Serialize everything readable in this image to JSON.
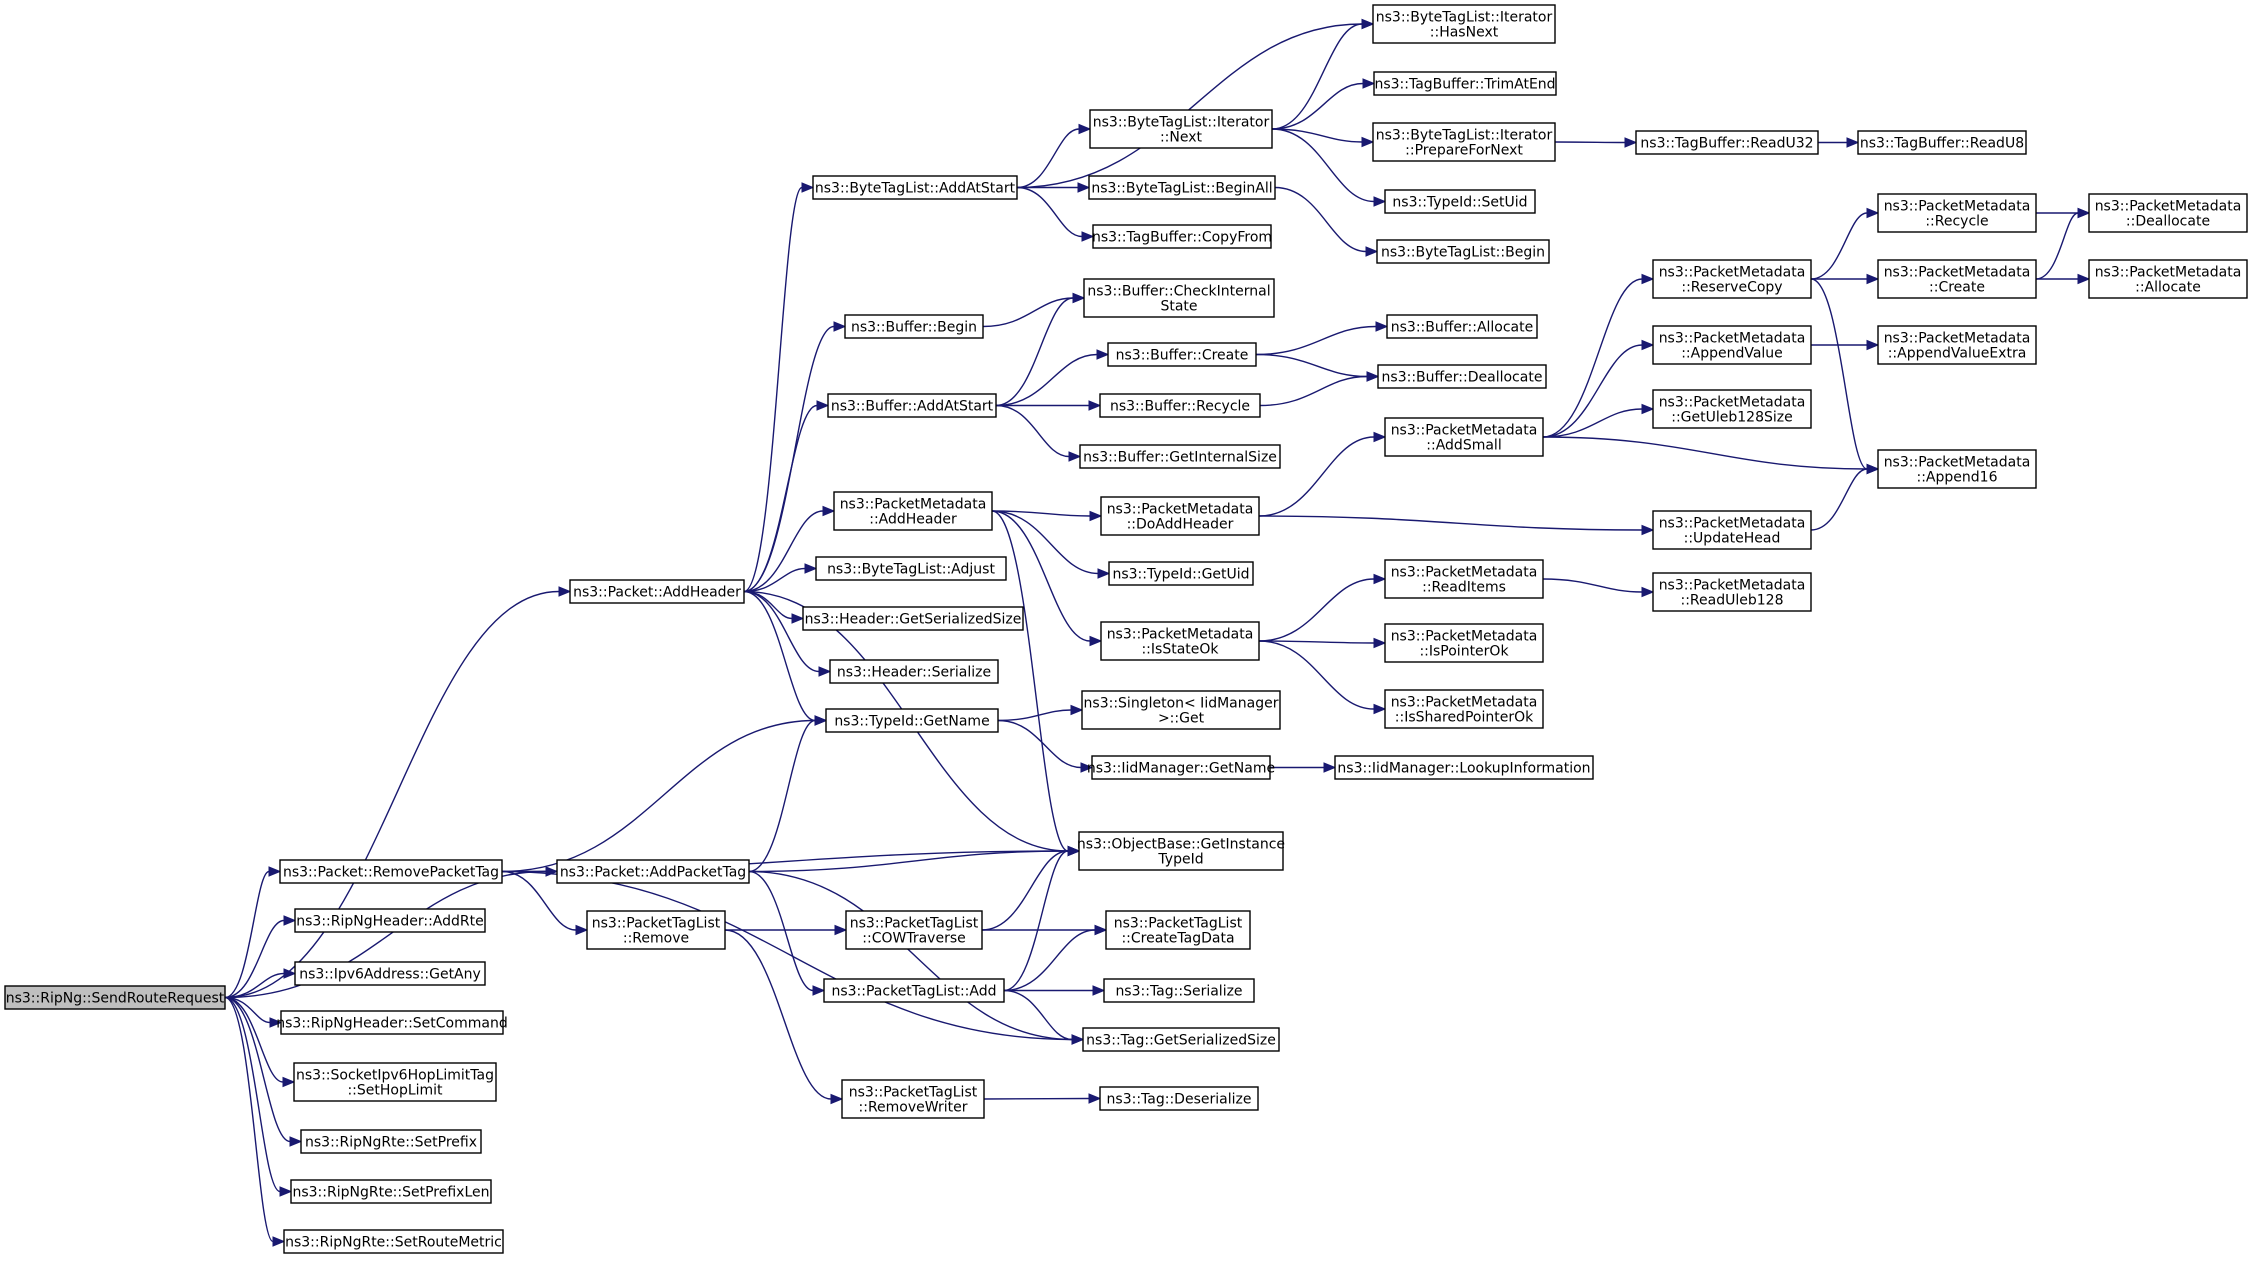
{
  "diagram": {
    "kind": "call-graph",
    "edge_color": "#191970",
    "root_fill": "#bfbfbf",
    "nodes": [
      {
        "id": "send_route_request",
        "lines": [
          "ns3::RipNg::SendRouteRequest"
        ],
        "root": true
      },
      {
        "id": "packet_addheader",
        "lines": [
          "ns3::Packet::AddHeader"
        ]
      },
      {
        "id": "packet_removepackettag",
        "lines": [
          "ns3::Packet::RemovePacketTag"
        ]
      },
      {
        "id": "ripngheader_addrte",
        "lines": [
          "ns3::RipNgHeader::AddRte"
        ]
      },
      {
        "id": "ipv6address_getany",
        "lines": [
          "ns3::Ipv6Address::GetAny"
        ]
      },
      {
        "id": "ripngheader_setcommand",
        "lines": [
          "ns3::RipNgHeader::SetCommand"
        ]
      },
      {
        "id": "socketipv6hoplimittag_sethoplimit",
        "lines": [
          "ns3::SocketIpv6HopLimitTag",
          "::SetHopLimit"
        ]
      },
      {
        "id": "ripngrte_setprefix",
        "lines": [
          "ns3::RipNgRte::SetPrefix"
        ]
      },
      {
        "id": "ripngrte_setprefixlen",
        "lines": [
          "ns3::RipNgRte::SetPrefixLen"
        ]
      },
      {
        "id": "ripngrte_setroutemetric",
        "lines": [
          "ns3::RipNgRte::SetRouteMetric"
        ]
      },
      {
        "id": "packet_addpackettag",
        "lines": [
          "ns3::Packet::AddPacketTag"
        ]
      },
      {
        "id": "packettaglist_remove",
        "lines": [
          "ns3::PacketTagList",
          "::Remove"
        ]
      },
      {
        "id": "bytetaglist_addatstart",
        "lines": [
          "ns3::ByteTagList::AddAtStart"
        ]
      },
      {
        "id": "buffer_begin",
        "lines": [
          "ns3::Buffer::Begin"
        ]
      },
      {
        "id": "buffer_addatstart",
        "lines": [
          "ns3::Buffer::AddAtStart"
        ]
      },
      {
        "id": "packetmetadata_addheader",
        "lines": [
          "ns3::PacketMetadata",
          "::AddHeader"
        ]
      },
      {
        "id": "bytetaglist_adjust",
        "lines": [
          "ns3::ByteTagList::Adjust"
        ]
      },
      {
        "id": "header_getserializedsize",
        "lines": [
          "ns3::Header::GetSerializedSize"
        ]
      },
      {
        "id": "header_serialize",
        "lines": [
          "ns3::Header::Serialize"
        ]
      },
      {
        "id": "typeid_getname",
        "lines": [
          "ns3::TypeId::GetName"
        ]
      },
      {
        "id": "packettaglist_cowtraverse",
        "lines": [
          "ns3::PacketTagList",
          "::COWTraverse"
        ]
      },
      {
        "id": "packettaglist_add",
        "lines": [
          "ns3::PacketTagList::Add"
        ]
      },
      {
        "id": "packettaglist_removewriter",
        "lines": [
          "ns3::PacketTagList",
          "::RemoveWriter"
        ]
      },
      {
        "id": "bytetaglist_iterator_next",
        "lines": [
          "ns3::ByteTagList::Iterator",
          "::Next"
        ]
      },
      {
        "id": "bytetaglist_beginall",
        "lines": [
          "ns3::ByteTagList::BeginAll"
        ]
      },
      {
        "id": "tagbuffer_copyfrom",
        "lines": [
          "ns3::TagBuffer::CopyFrom"
        ]
      },
      {
        "id": "buffer_checkinternalstate",
        "lines": [
          "ns3::Buffer::CheckInternal",
          "State"
        ]
      },
      {
        "id": "buffer_create",
        "lines": [
          "ns3::Buffer::Create"
        ]
      },
      {
        "id": "buffer_recycle",
        "lines": [
          "ns3::Buffer::Recycle"
        ]
      },
      {
        "id": "buffer_getinternalsize",
        "lines": [
          "ns3::Buffer::GetInternalSize"
        ]
      },
      {
        "id": "packetmetadata_doaddheader",
        "lines": [
          "ns3::PacketMetadata",
          "::DoAddHeader"
        ]
      },
      {
        "id": "typeid_getuid",
        "lines": [
          "ns3::TypeId::GetUid"
        ]
      },
      {
        "id": "packetmetadata_isstateok",
        "lines": [
          "ns3::PacketMetadata",
          "::IsStateOk"
        ]
      },
      {
        "id": "singleton_iidmanager_get",
        "lines": [
          "ns3::Singleton< IidManager",
          ">::Get"
        ]
      },
      {
        "id": "iidmanager_getname",
        "lines": [
          "ns3::IidManager::GetName"
        ]
      },
      {
        "id": "objectbase_getinstancetypeid",
        "lines": [
          "ns3::ObjectBase::GetInstance",
          "TypeId"
        ]
      },
      {
        "id": "packettaglist_createtagdata",
        "lines": [
          "ns3::PacketTagList",
          "::CreateTagData"
        ]
      },
      {
        "id": "tag_serialize",
        "lines": [
          "ns3::Tag::Serialize"
        ]
      },
      {
        "id": "tag_getserializedsize",
        "lines": [
          "ns3::Tag::GetSerializedSize"
        ]
      },
      {
        "id": "tag_deserialize",
        "lines": [
          "ns3::Tag::Deserialize"
        ]
      },
      {
        "id": "bytetaglist_iterator_hasnext",
        "lines": [
          "ns3::ByteTagList::Iterator",
          "::HasNext"
        ]
      },
      {
        "id": "tagbuffer_trimatend",
        "lines": [
          "ns3::TagBuffer::TrimAtEnd"
        ]
      },
      {
        "id": "bytetaglist_iterator_prepareforext",
        "lines": [
          "ns3::ByteTagList::Iterator",
          "::PrepareForNext"
        ]
      },
      {
        "id": "typeid_setuid",
        "lines": [
          "ns3::TypeId::SetUid"
        ]
      },
      {
        "id": "bytetaglist_begin",
        "lines": [
          "ns3::ByteTagList::Begin"
        ]
      },
      {
        "id": "buffer_allocate",
        "lines": [
          "ns3::Buffer::Allocate"
        ]
      },
      {
        "id": "buffer_deallocate",
        "lines": [
          "ns3::Buffer::Deallocate"
        ]
      },
      {
        "id": "packetmetadata_addsmall",
        "lines": [
          "ns3::PacketMetadata",
          "::AddSmall"
        ]
      },
      {
        "id": "packetmetadata_readitems",
        "lines": [
          "ns3::PacketMetadata",
          "::ReadItems"
        ]
      },
      {
        "id": "packetmetadata_ispointerok",
        "lines": [
          "ns3::PacketMetadata",
          "::IsPointerOk"
        ]
      },
      {
        "id": "packetmetadata_issharedpointerok",
        "lines": [
          "ns3::PacketMetadata",
          "::IsSharedPointerOk"
        ]
      },
      {
        "id": "iidmanager_lookupinformation",
        "lines": [
          "ns3::IidManager::LookupInformation"
        ]
      },
      {
        "id": "tagbuffer_readu32",
        "lines": [
          "ns3::TagBuffer::ReadU32"
        ]
      },
      {
        "id": "packetmetadata_reservecopy",
        "lines": [
          "ns3::PacketMetadata",
          "::ReserveCopy"
        ]
      },
      {
        "id": "packetmetadata_appendvalue",
        "lines": [
          "ns3::PacketMetadata",
          "::AppendValue"
        ]
      },
      {
        "id": "packetmetadata_getuleb128size",
        "lines": [
          "ns3::PacketMetadata",
          "::GetUleb128Size"
        ]
      },
      {
        "id": "packetmetadata_updatehead",
        "lines": [
          "ns3::PacketMetadata",
          "::UpdateHead"
        ]
      },
      {
        "id": "packetmetadata_readuleb128",
        "lines": [
          "ns3::PacketMetadata",
          "::ReadUleb128"
        ]
      },
      {
        "id": "tagbuffer_readu8",
        "lines": [
          "ns3::TagBuffer::ReadU8"
        ]
      },
      {
        "id": "packetmetadata_recycle",
        "lines": [
          "ns3::PacketMetadata",
          "::Recycle"
        ]
      },
      {
        "id": "packetmetadata_create",
        "lines": [
          "ns3::PacketMetadata",
          "::Create"
        ]
      },
      {
        "id": "packetmetadata_appendvalueextra",
        "lines": [
          "ns3::PacketMetadata",
          "::AppendValueExtra"
        ]
      },
      {
        "id": "packetmetadata_append16",
        "lines": [
          "ns3::PacketMetadata",
          "::Append16"
        ]
      },
      {
        "id": "packetmetadata_deallocate",
        "lines": [
          "ns3::PacketMetadata",
          "::Deallocate"
        ]
      },
      {
        "id": "packetmetadata_allocate",
        "lines": [
          "ns3::PacketMetadata",
          "::Allocate"
        ]
      }
    ],
    "edges": [
      [
        "send_route_request",
        "packet_addheader"
      ],
      [
        "send_route_request",
        "packet_removepackettag"
      ],
      [
        "send_route_request",
        "ripngheader_addrte"
      ],
      [
        "send_route_request",
        "ipv6address_getany"
      ],
      [
        "send_route_request",
        "ripngheader_setcommand"
      ],
      [
        "send_route_request",
        "socketipv6hoplimittag_sethoplimit"
      ],
      [
        "send_route_request",
        "ripngrte_setprefix"
      ],
      [
        "send_route_request",
        "ripngrte_setprefixlen"
      ],
      [
        "send_route_request",
        "ripngrte_setroutemetric"
      ],
      [
        "send_route_request",
        "packet_addpackettag"
      ],
      [
        "packet_addheader",
        "bytetaglist_addatstart"
      ],
      [
        "packet_addheader",
        "buffer_begin"
      ],
      [
        "packet_addheader",
        "buffer_addatstart"
      ],
      [
        "packet_addheader",
        "packetmetadata_addheader"
      ],
      [
        "packet_addheader",
        "bytetaglist_adjust"
      ],
      [
        "packet_addheader",
        "header_getserializedsize"
      ],
      [
        "packet_addheader",
        "header_serialize"
      ],
      [
        "packet_addheader",
        "typeid_getname"
      ],
      [
        "packet_addheader",
        "objectbase_getinstancetypeid"
      ],
      [
        "packet_removepackettag",
        "typeid_getname"
      ],
      [
        "packet_removepackettag",
        "objectbase_getinstancetypeid"
      ],
      [
        "packet_removepackettag",
        "packettaglist_remove"
      ],
      [
        "packet_removepackettag",
        "tag_getserializedsize"
      ],
      [
        "packet_addpackettag",
        "typeid_getname"
      ],
      [
        "packet_addpackettag",
        "objectbase_getinstancetypeid"
      ],
      [
        "packet_addpackettag",
        "packettaglist_add"
      ],
      [
        "packet_addpackettag",
        "tag_getserializedsize"
      ],
      [
        "packettaglist_remove",
        "packettaglist_cowtraverse"
      ],
      [
        "packettaglist_remove",
        "packettaglist_removewriter"
      ],
      [
        "bytetaglist_addatstart",
        "bytetaglist_iterator_hasnext"
      ],
      [
        "bytetaglist_addatstart",
        "bytetaglist_iterator_next"
      ],
      [
        "bytetaglist_addatstart",
        "bytetaglist_beginall"
      ],
      [
        "bytetaglist_addatstart",
        "tagbuffer_copyfrom"
      ],
      [
        "buffer_begin",
        "buffer_checkinternalstate"
      ],
      [
        "buffer_addatstart",
        "buffer_checkinternalstate"
      ],
      [
        "buffer_addatstart",
        "buffer_create"
      ],
      [
        "buffer_addatstart",
        "buffer_recycle"
      ],
      [
        "buffer_addatstart",
        "buffer_getinternalsize"
      ],
      [
        "packetmetadata_addheader",
        "packetmetadata_doaddheader"
      ],
      [
        "packetmetadata_addheader",
        "typeid_getuid"
      ],
      [
        "packetmetadata_addheader",
        "packetmetadata_isstateok"
      ],
      [
        "packetmetadata_addheader",
        "objectbase_getinstancetypeid"
      ],
      [
        "typeid_getname",
        "singleton_iidmanager_get"
      ],
      [
        "typeid_getname",
        "iidmanager_getname"
      ],
      [
        "packettaglist_cowtraverse",
        "objectbase_getinstancetypeid"
      ],
      [
        "packettaglist_cowtraverse",
        "packettaglist_createtagdata"
      ],
      [
        "packettaglist_add",
        "objectbase_getinstancetypeid"
      ],
      [
        "packettaglist_add",
        "packettaglist_createtagdata"
      ],
      [
        "packettaglist_add",
        "tag_serialize"
      ],
      [
        "packettaglist_add",
        "tag_getserializedsize"
      ],
      [
        "packettaglist_removewriter",
        "tag_deserialize"
      ],
      [
        "bytetaglist_iterator_next",
        "bytetaglist_iterator_hasnext"
      ],
      [
        "bytetaglist_iterator_next",
        "tagbuffer_trimatend"
      ],
      [
        "bytetaglist_iterator_next",
        "bytetaglist_iterator_prepareforext"
      ],
      [
        "bytetaglist_iterator_next",
        "typeid_setuid"
      ],
      [
        "bytetaglist_beginall",
        "bytetaglist_begin"
      ],
      [
        "buffer_create",
        "buffer_allocate"
      ],
      [
        "buffer_create",
        "buffer_deallocate"
      ],
      [
        "buffer_recycle",
        "buffer_deallocate"
      ],
      [
        "packetmetadata_doaddheader",
        "packetmetadata_addsmall"
      ],
      [
        "packetmetadata_doaddheader",
        "packetmetadata_updatehead"
      ],
      [
        "packetmetadata_isstateok",
        "packetmetadata_readitems"
      ],
      [
        "packetmetadata_isstateok",
        "packetmetadata_ispointerok"
      ],
      [
        "packetmetadata_isstateok",
        "packetmetadata_issharedpointerok"
      ],
      [
        "iidmanager_getname",
        "iidmanager_lookupinformation"
      ],
      [
        "bytetaglist_iterator_prepareforext",
        "tagbuffer_readu32"
      ],
      [
        "tagbuffer_readu32",
        "tagbuffer_readu8"
      ],
      [
        "packetmetadata_addsmall",
        "packetmetadata_reservecopy"
      ],
      [
        "packetmetadata_addsmall",
        "packetmetadata_appendvalue"
      ],
      [
        "packetmetadata_addsmall",
        "packetmetadata_getuleb128size"
      ],
      [
        "packetmetadata_addsmall",
        "packetmetadata_append16"
      ],
      [
        "packetmetadata_readitems",
        "packetmetadata_readuleb128"
      ],
      [
        "packetmetadata_updatehead",
        "packetmetadata_append16"
      ],
      [
        "packetmetadata_reservecopy",
        "packetmetadata_recycle"
      ],
      [
        "packetmetadata_reservecopy",
        "packetmetadata_create"
      ],
      [
        "packetmetadata_reservecopy",
        "packetmetadata_append16"
      ],
      [
        "packetmetadata_appendvalue",
        "packetmetadata_appendvalueextra"
      ],
      [
        "packetmetadata_recycle",
        "packetmetadata_deallocate"
      ],
      [
        "packetmetadata_create",
        "packetmetadata_deallocate"
      ],
      [
        "packetmetadata_create",
        "packetmetadata_allocate"
      ]
    ]
  }
}
